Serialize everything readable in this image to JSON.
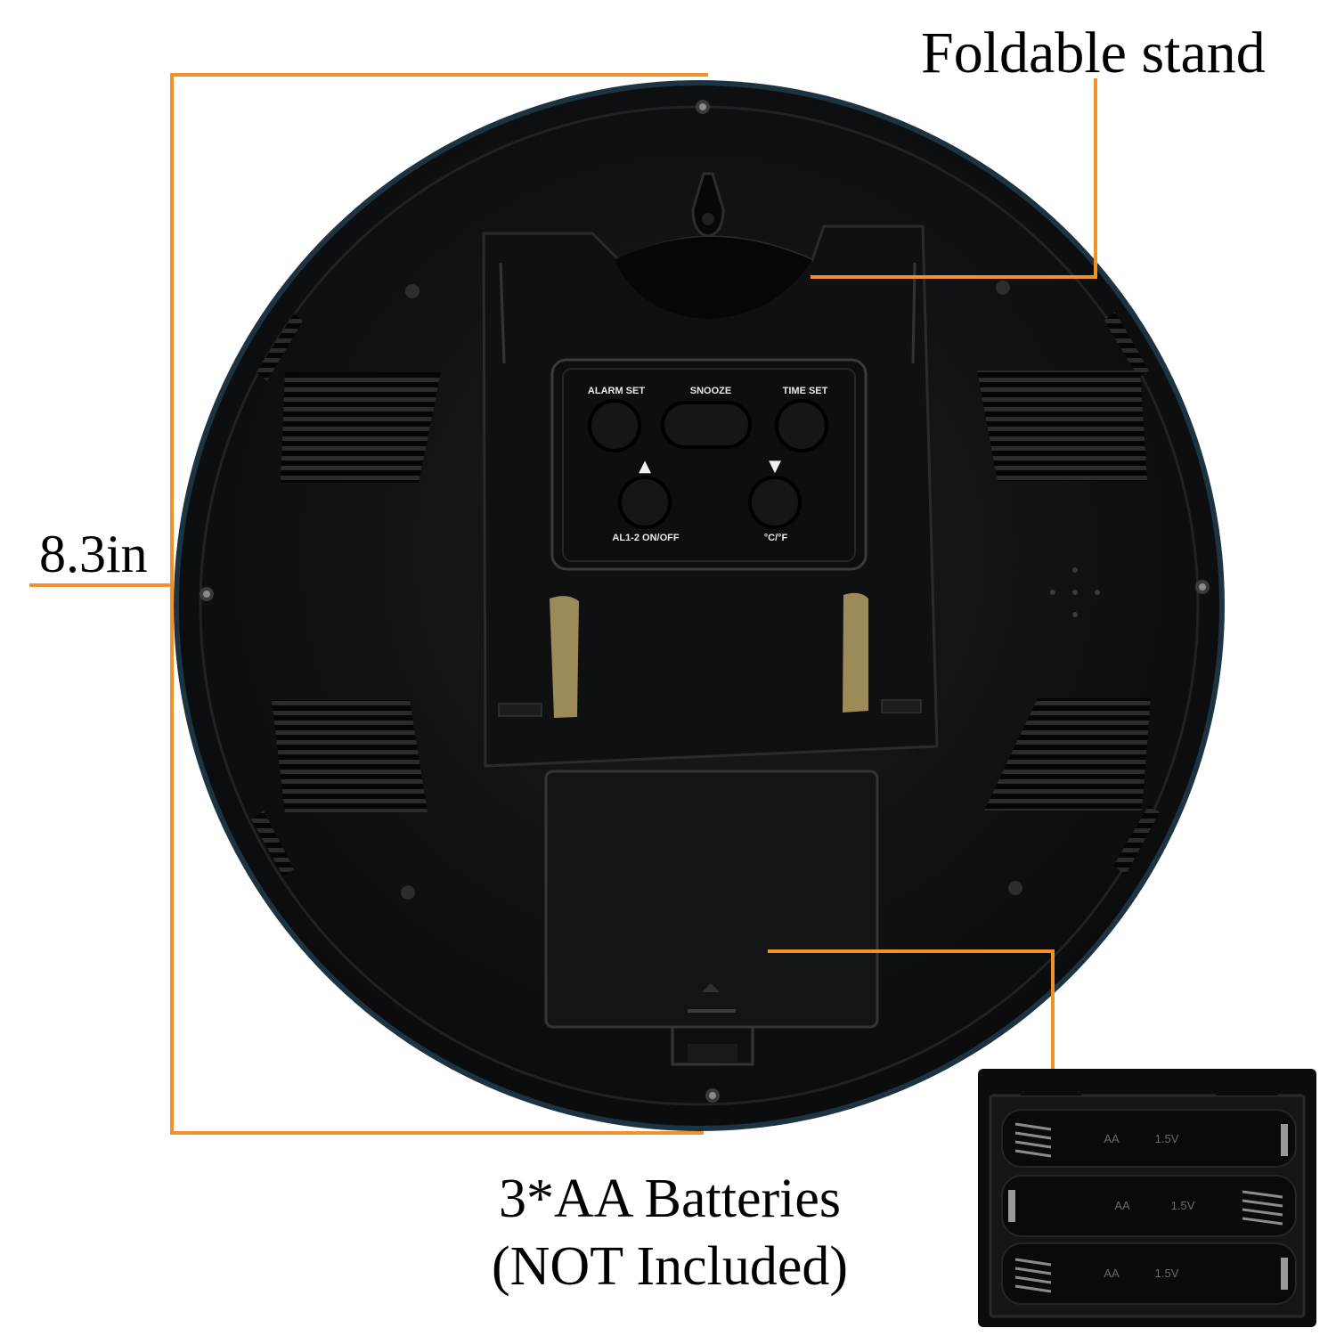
{
  "callouts": {
    "foldable_stand": "Foldable stand",
    "diameter": "8.3in",
    "batteries_line1": "3*AA Batteries",
    "batteries_line2": "(NOT Included)"
  },
  "panel": {
    "alarm_set": "ALARM SET",
    "snooze": "SNOOZE",
    "time_set": "TIME SET",
    "up_arrow": "▲",
    "down_arrow": "▼",
    "al_onoff": "AL1-2 ON/OFF",
    "temp_unit": "°C/°F"
  },
  "battery_box": {
    "cell_label": "AA",
    "voltage": "1.5V"
  },
  "colors": {
    "accent": "#f0922a",
    "clock_body": "#111214",
    "clock_rim": "#1c3342"
  }
}
